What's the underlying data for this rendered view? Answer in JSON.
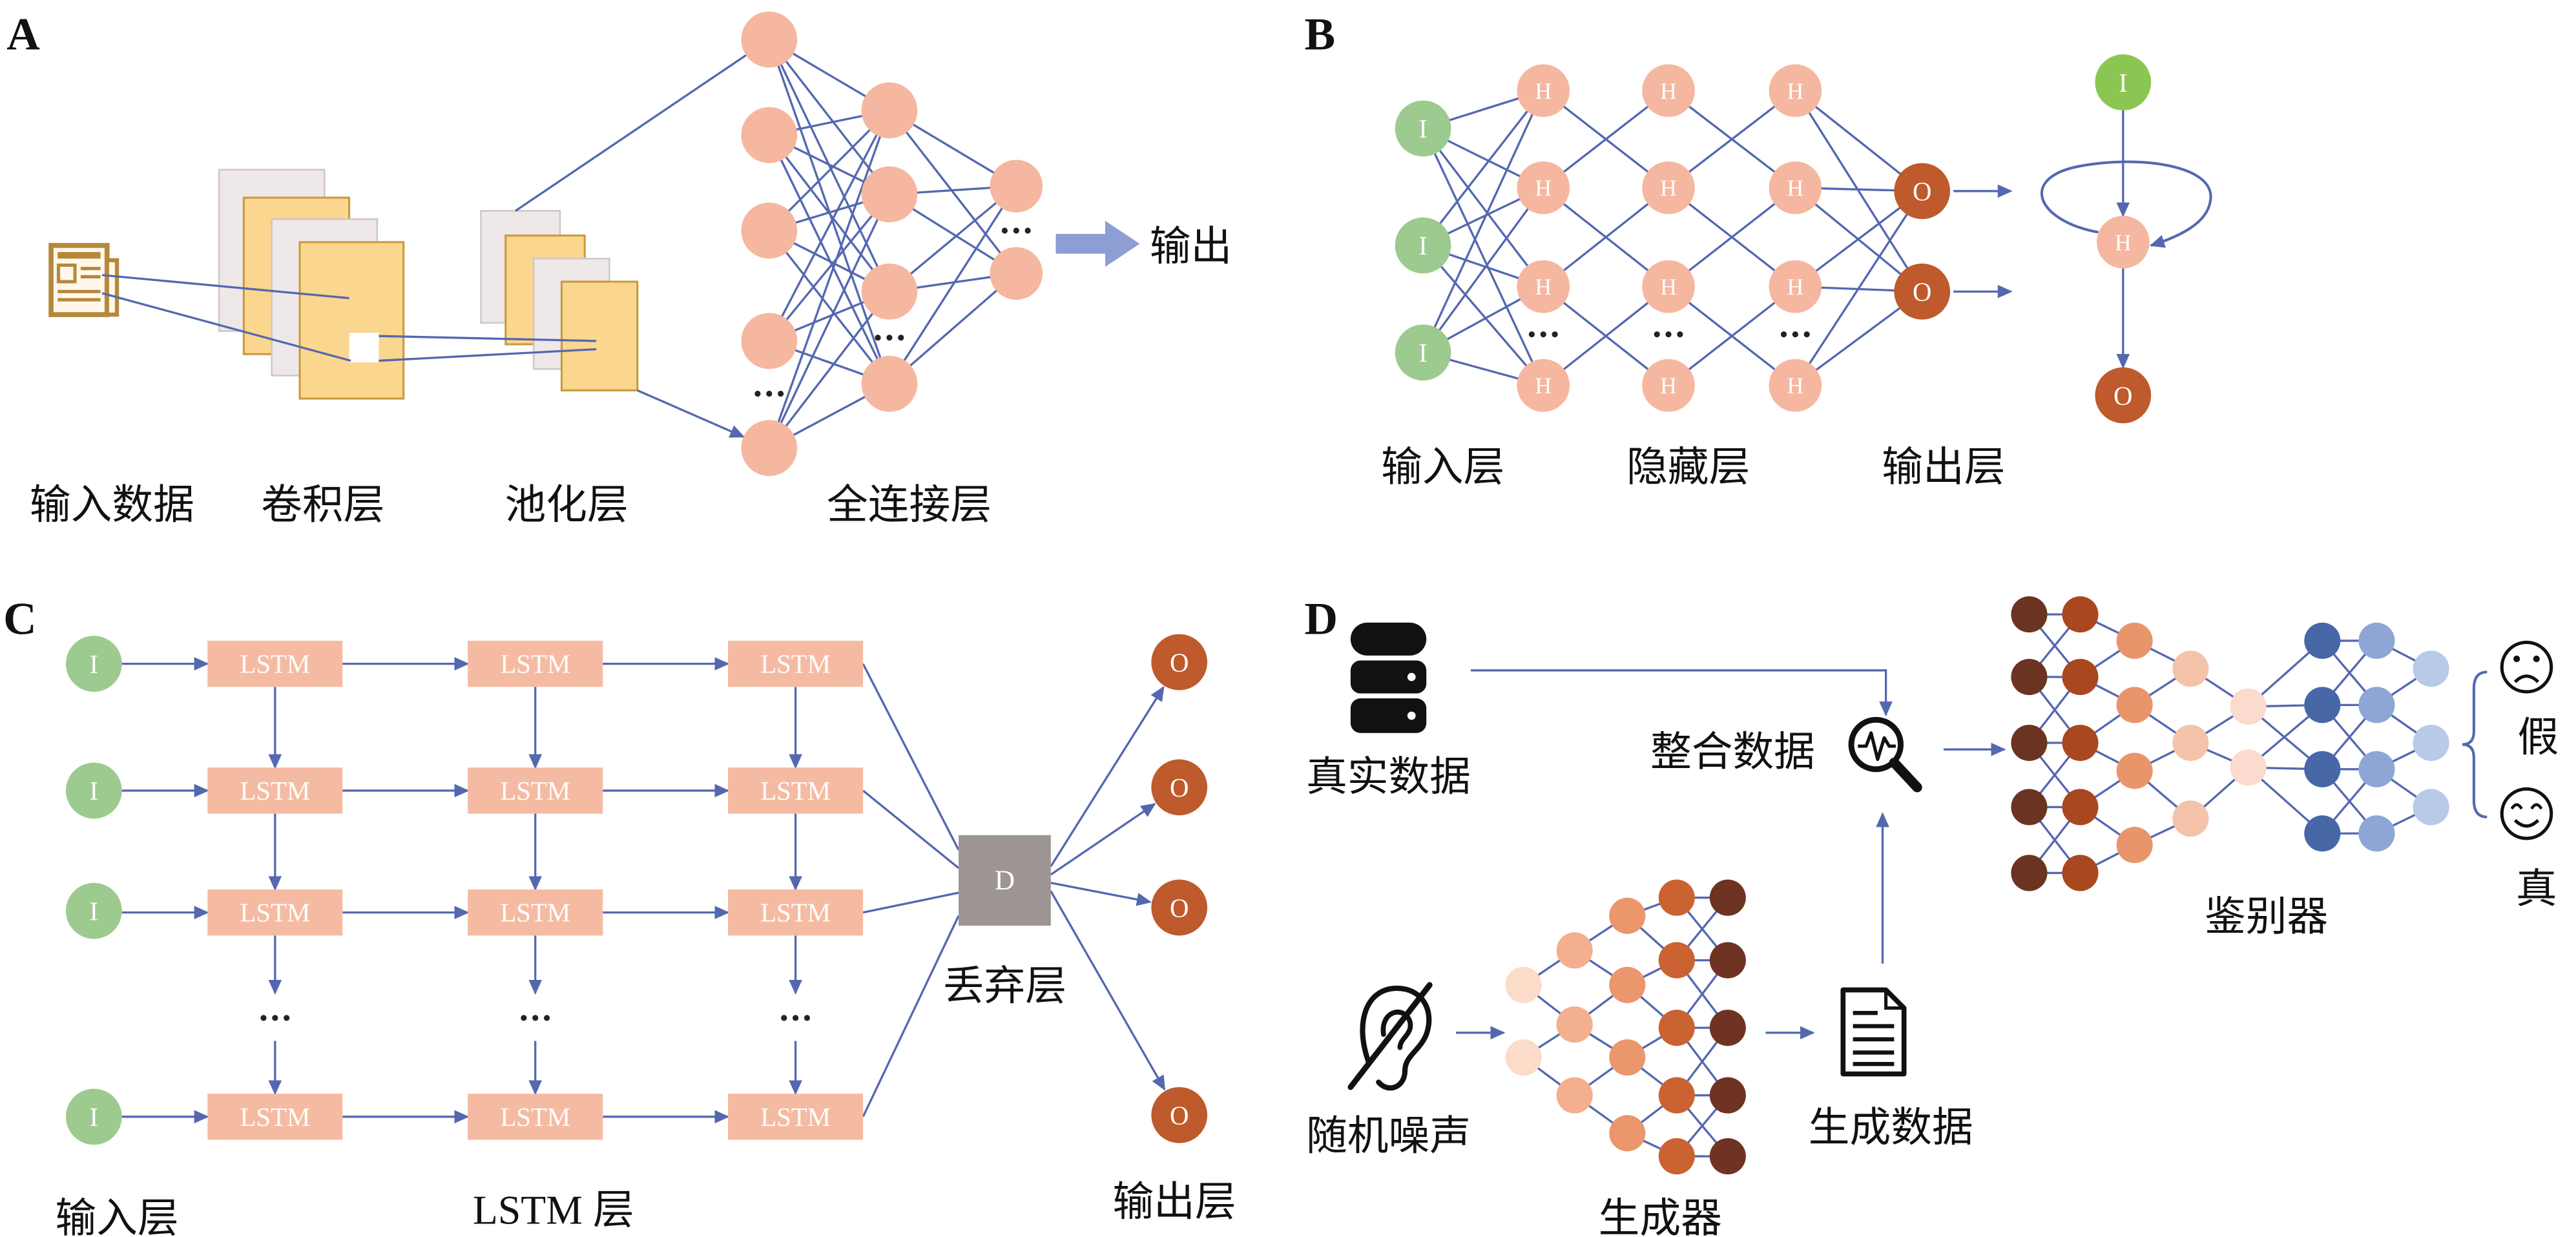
{
  "panels": {
    "a": {
      "label": "A",
      "input_caption": "输入数据",
      "conv_caption": "卷积层",
      "pool_caption": "池化层",
      "fc_caption": "全连接层",
      "output_label": "输出"
    },
    "b": {
      "label": "B",
      "input_caption": "输入层",
      "hidden_caption": "隐藏层",
      "output_caption": "输出层",
      "input_node": "I",
      "hidden_node": "H",
      "output_node": "O"
    },
    "c": {
      "label": "C",
      "input_caption": "输入层",
      "lstm_caption": "LSTM 层",
      "dropout_caption": "丢弃层",
      "output_caption": "输出层",
      "input_node": "I",
      "lstm_cell": "LSTM",
      "dropout_node": "D",
      "output_node": "O"
    },
    "d": {
      "label": "D",
      "real_data": "真实数据",
      "merged_data": "整合数据",
      "discriminator": "鉴别器",
      "fake": "假",
      "real": "真",
      "noise": "随机噪声",
      "generator": "生成器",
      "generated_data": "生成数据"
    }
  },
  "icons": {
    "input_data": "document-icon",
    "real_data": "database-icon",
    "merged_data": "magnifier-waveform-icon",
    "noise": "ear-slash-icon",
    "generated_data": "file-text-icon",
    "fake": "sad-face-icon",
    "real": "smiley-face-icon"
  },
  "colors": {
    "connector": "#5468B0",
    "salmon_node": "#F5B7A0",
    "input_green": "#9DCA8E",
    "input_bright_green": "#8CC652",
    "output_rust": "#BE5A2B",
    "lstm_box": "#F5BBA2",
    "dropout_gray": "#9C9593",
    "layer_gray": "#EEE8E8",
    "layer_yellow": "#FAD68E",
    "output_arrow": "#8C9ED3",
    "icon_gold": "#B5883C",
    "icon_black": "#111111",
    "discriminator_nodes": [
      "#6B3422",
      "#A9481F",
      "#E9956C",
      "#F5C3AA",
      "#FADBCD",
      "#4767A6",
      "#8EA6D6",
      "#B8CAE8"
    ],
    "generator_nodes": [
      "#FBDCC9",
      "#F3AF8E",
      "#EB966C",
      "#CB6232",
      "#6E3323"
    ]
  }
}
